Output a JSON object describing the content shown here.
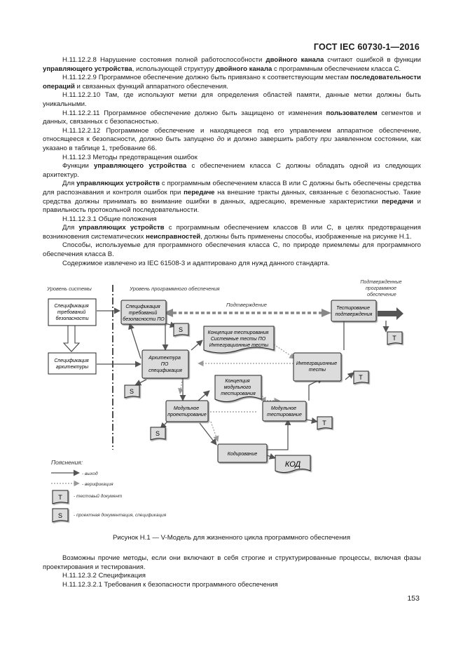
{
  "header": {
    "standard": "ГОСТ IEC 60730-1—2016"
  },
  "paragraphs": [
    [
      {
        "t": "Н.11.12.2.8 Нарушение состояния полной работоспособности "
      },
      {
        "t": "двойного канала",
        "b": true
      },
      {
        "t": " считают ошибкой в функции "
      },
      {
        "t": "управляющего устройства",
        "b": true
      },
      {
        "t": ", использующей структуру "
      },
      {
        "t": "двойного канала",
        "b": true
      },
      {
        "t": " с программным обеспечением класса С."
      }
    ],
    [
      {
        "t": "Н.11.12.2.9 Программное обеспечение должно быть привязано к соответствующим местам "
      },
      {
        "t": "последовательности операций",
        "b": true
      },
      {
        "t": " и связанных функций аппаратного обеспечения."
      }
    ],
    [
      {
        "t": "Н.11.12.2.10 Там, где используют метки для определения областей памяти, данные метки должны быть уникальными."
      }
    ],
    [
      {
        "t": "Н.11.12.2.11 Программное обеспечение должно быть защищено от изменения "
      },
      {
        "t": "пользователем",
        "b": true
      },
      {
        "t": " сегментов и данных, связанных с безопасностью."
      }
    ],
    [
      {
        "t": "Н.11.12.2.12 Программное обеспечение и находящееся под его управлением аппаратное обеспечение, относящееся к безопасности, должно быть запущено "
      },
      {
        "t": "до",
        "i": true
      },
      {
        "t": " и должно завершить работу "
      },
      {
        "t": "при",
        "i": true
      },
      {
        "t": " заявленном состоянии, как указано в таблице 1, требование 66."
      }
    ],
    [
      {
        "t": "Н.11.12.3 Методы предотвращения ошибок"
      }
    ],
    [
      {
        "t": "Функции "
      },
      {
        "t": "управляющего устройства",
        "b": true
      },
      {
        "t": " с обеспечением класса С должны обладать одной из следующих архитектур."
      }
    ],
    [
      {
        "t": "Для "
      },
      {
        "t": "управляющих устройств",
        "b": true
      },
      {
        "t": " с программным обеспечением класса В или С должны быть обеспечены средства для распознавания и контроля ошибок при "
      },
      {
        "t": "передаче",
        "b": true
      },
      {
        "t": " на внешние тракты данных, связанные с безопасностью. Такие средства должны принимать во внимание ошибки в данных, адресацию, временные характеристики "
      },
      {
        "t": "передачи",
        "b": true
      },
      {
        "t": " и правильность протокольной последовательности."
      }
    ],
    [
      {
        "t": "Н.11.12.3.1 Общие положения"
      }
    ],
    [
      {
        "t": "Для "
      },
      {
        "t": "управляющих устройств",
        "b": true
      },
      {
        "t": " с программным обеспечением классов В или С, в целях предотвращения возникновения систематических "
      },
      {
        "t": "неисправностей",
        "b": true
      },
      {
        "t": ", должны быть применены способы, изображенные на рисунке Н.1."
      }
    ],
    [
      {
        "t": "Способы, используемые для программного обеспечения класса С, по природе приемлемы для программного обеспечения класса В."
      }
    ],
    [
      {
        "t": "Содержимое извлечено из IEC 61508-3 и адаптировано для нужд данного стандарта."
      }
    ]
  ],
  "figure": {
    "col_system": "Уровень системы",
    "col_software": "Уровень программного обеспечения",
    "col_confirmed": [
      "Подтвержденные",
      "программное",
      "обеспечение"
    ],
    "confirmation_label": "Подтверждение",
    "boxes": {
      "spec_safety_reqs": [
        "Спецификация",
        "требований",
        "безопасности"
      ],
      "spec_arch": [
        "Спецификация",
        "архитектуры"
      ],
      "spec_sw_safety": [
        "Спецификация",
        "требований",
        "безопасности ПО"
      ],
      "sw_arch": [
        "Архитектура",
        "ПО",
        "спецификация"
      ],
      "test_concept": [
        "Концепция тестирования",
        "Системные тесты ПО",
        "Интеграционные тесты"
      ],
      "integration_tests": [
        "Интеграционные",
        "тесты"
      ],
      "confirm_test": [
        "Тестирование",
        "подтверждения"
      ],
      "module_test_concept": [
        "Концепция",
        "модульного",
        "тестирования"
      ],
      "module_design": [
        "Модульное",
        "проектирование"
      ],
      "module_testing": [
        "Модульное",
        "тестирование"
      ],
      "coding": "Кодирование",
      "code_doc": "КОД"
    },
    "doc_s": "S",
    "doc_t": "T",
    "legend": {
      "title": "Пояснения:",
      "output": "- выход",
      "verification": "- верификация",
      "test_doc": "- тестовый документ",
      "design_doc": "- проектная документация, спецификация"
    }
  },
  "caption": "Рисунок Н.1 — V-Модель для жизненного цикла программного обеспечения",
  "after_paragraphs": [
    [
      {
        "t": "Возможны прочие методы, если они включают в себя строгие и структурированные процессы, включая фазы проектирования и тестирования."
      }
    ],
    [
      {
        "t": "Н.11.12.3.2 Спецификация"
      }
    ],
    [
      {
        "t": "Н.11.12.3.2.1 Требования к безопасности программного обеспечения"
      }
    ]
  ],
  "page_number": "153",
  "colors": {
    "box_fill": "#dcdcdc",
    "line": "#555555",
    "dotted": "#8c8c8c"
  }
}
